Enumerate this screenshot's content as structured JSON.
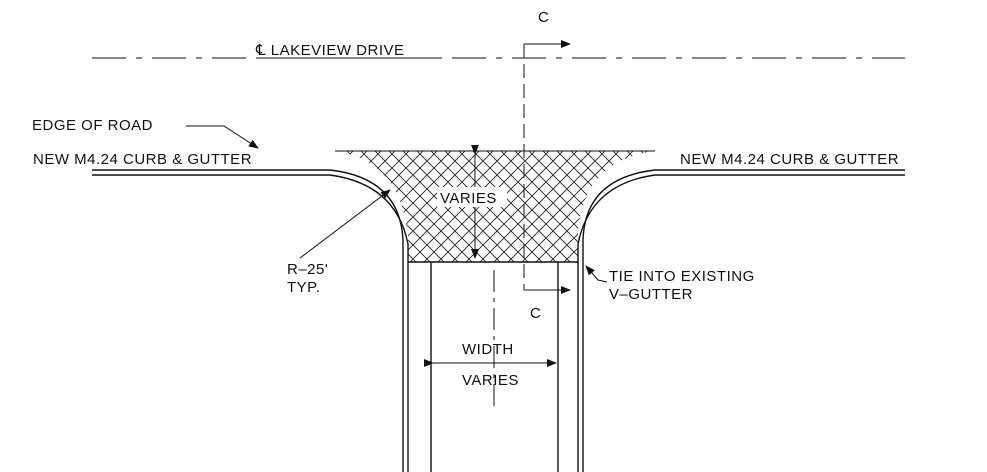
{
  "labels": {
    "centerline": "℄ LAKEVIEW DRIVE",
    "section_top": "C",
    "section_bottom": "C",
    "edge_of_road": "EDGE OF ROAD",
    "curb_left": "NEW M4.24 CURB & GUTTER",
    "curb_right": "NEW M4.24 CURB & GUTTER",
    "varies": "VARIES",
    "radius_1": "R–25'",
    "radius_2": "TYP.",
    "tie_1": "TIE INTO EXISTING",
    "tie_2": "V–GUTTER",
    "width_1": "WIDTH",
    "width_2": "VARIES"
  },
  "colors": {
    "ink": "#111111",
    "paper": "#ffffff"
  }
}
